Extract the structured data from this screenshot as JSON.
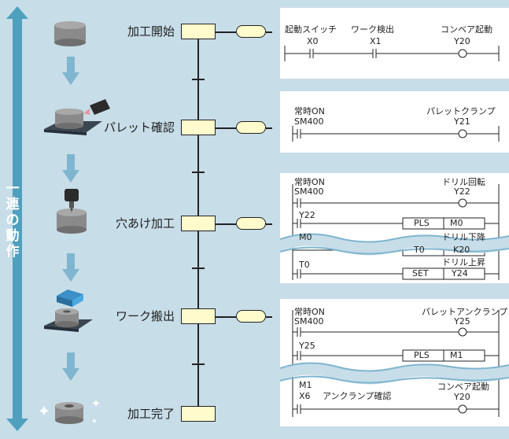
{
  "side_label": [
    "一",
    "連",
    "の",
    "動",
    "作"
  ],
  "steps": [
    {
      "label": "加工開始"
    },
    {
      "label": "パレット確認"
    },
    {
      "label": "穴あけ加工"
    },
    {
      "label": "ワーク搬出"
    },
    {
      "label": "加工完了"
    }
  ],
  "ladder": {
    "p1": {
      "c1": "起動スイッチ",
      "c2": "ワーク検出",
      "c3": "コンベア起動",
      "x0": "X0",
      "x1": "X1",
      "y": "Y20"
    },
    "p2": {
      "c1": "常時ON",
      "c2": "パレットクランプ",
      "sm": "SM400",
      "y": "Y21"
    },
    "p3": {
      "c1": "常時ON",
      "c2": "ドリル回転",
      "sm": "SM400",
      "y": "Y22",
      "r2_contact": "Y22",
      "r2_ins": "PLS",
      "r2_dev": "M0",
      "r3_contact": "M0",
      "r3_c": "ドリル下降",
      "r3_ins": "T0",
      "r3_dev": "K20",
      "r4_contact": "T0",
      "r4_c": "ドリル上昇",
      "r4_ins": "SET",
      "r4_dev": "Y24"
    },
    "p4": {
      "c1": "常時ON",
      "c2": "パレットアンクランプ",
      "sm": "SM400",
      "y": "Y25",
      "r2_contact": "Y25",
      "r2_ins": "PLS",
      "r2_dev": "M1",
      "r3_contact": "M1",
      "r3_c": "コンベア起動",
      "r4_contact": "X6",
      "r4_c": "アンクランプ確認",
      "r4_y": "Y20"
    }
  },
  "colors": {
    "background": "#c7dde8",
    "side_bar": "#4fa0be",
    "arrow": "#7fb5cf",
    "step_box": "#fffbcc"
  }
}
